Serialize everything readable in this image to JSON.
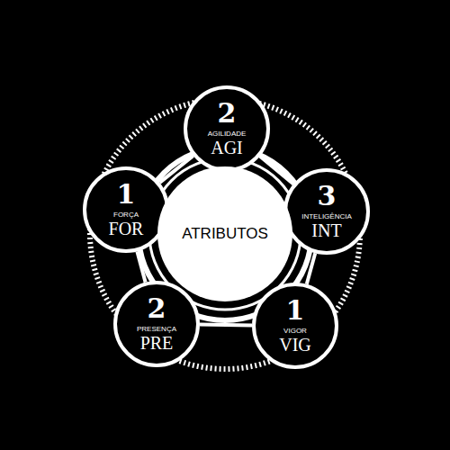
{
  "diagram": {
    "nodes": [
      {
        "text": [
          "2",
          "AGILIDADE",
          "AGI"
        ]
      },
      {
        "text": [
          "1",
          "FORÇA",
          "FOR"
        ]
      },
      {
        "text": [
          "3",
          "INTELIGÊNCIA",
          "INT"
        ]
      },
      {
        "text": [
          "ATRIBUTOS"
        ]
      },
      {
        "text": [
          "2",
          "PRESENÇA",
          "PRE"
        ]
      },
      {
        "text": [
          "1",
          "VIGOR",
          "VIG"
        ]
      }
    ],
    "edges": [
      {
        "from": 0,
        "to": 2,
        "arrow": "none"
      },
      {
        "from": 2,
        "to": 5,
        "arrow": "none"
      },
      {
        "from": 5,
        "to": 4,
        "arrow": "none"
      },
      {
        "from": 4,
        "to": 1,
        "arrow": "none"
      },
      {
        "from": 1,
        "to": 0,
        "arrow": "none"
      }
    ]
  }
}
